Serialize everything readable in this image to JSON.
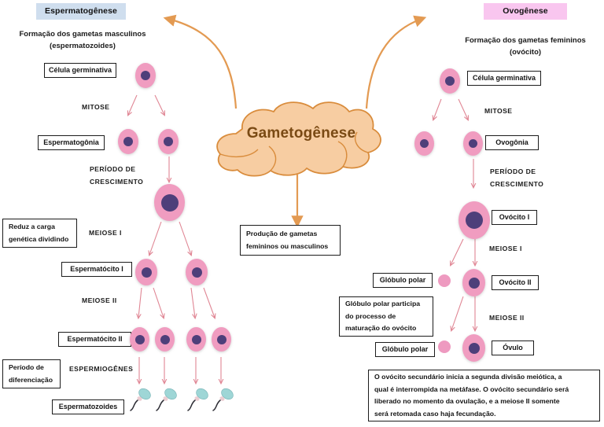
{
  "colors": {
    "male_header_bg": "#cfdeee",
    "female_header_bg": "#f9c6ef",
    "cloud_fill": "#f7cda2",
    "cloud_stroke": "#d98c3c",
    "cloud_text": "#7a4a14",
    "cell_cytoplasm": "#f09cc0",
    "cell_nucleus": "#4e3f7a",
    "sperm_head": "#9ed6d6",
    "arrow_pink": "#e08694",
    "arrow_orange": "#e39a52"
  },
  "center": {
    "cloud_title": "Gametogênese",
    "output_box": "Produção de gametas femininos ou masculinos",
    "output_box_line1": "Produção de gametas",
    "output_box_line2": "femininos ou masculinos"
  },
  "male": {
    "header": "Espermatogênese",
    "subtitle_line1": "Formação dos gametas masculinos",
    "subtitle_line2": "(espermatozoides)",
    "labels": {
      "germinal_cell": "Célula germinativa",
      "spermatogonia": "Espermatogônia",
      "spermatocyte_1": "Espermatócito  I",
      "spermatocyte_2": "Espermatócito  II",
      "spermatozoa": "Espermatozoides"
    },
    "stages": {
      "mitosis": "MITOSE",
      "growth_line1": "PERÍODO DE",
      "growth_line2": "CRESCIMENTO",
      "meiosis_1": "MEIOSE I",
      "meiosis_2": "MEIOSE II",
      "spermiogenesis": "ESPERMIOGÊNES"
    },
    "notes": {
      "meiosis_note_line1": "Reduz a carga",
      "meiosis_note_line2": "genética dividindo",
      "differentiation_line1": "Período de",
      "differentiation_line2": "diferenciação"
    }
  },
  "female": {
    "header": "Ovogênese",
    "subtitle_line1": "Formação dos gametas femininos",
    "subtitle_line2": "(ovócito)",
    "labels": {
      "germinal_cell": "Célula germinativa",
      "oogonia": "Ovogônia",
      "oocyte_1": "Ovócito I",
      "oocyte_2": "Ovócito II",
      "polar_body_1": "Glóbulo polar",
      "polar_body_2": "Glóbulo polar",
      "ovum": "Óvulo"
    },
    "stages": {
      "mitosis": "MITOSE",
      "growth_line1": "PERÍODO DE",
      "growth_line2": "CRESCIMENTO",
      "meiosis_1": "MEIOSE I",
      "meiosis_2": "MEIOSE II"
    },
    "notes": {
      "polar_note_line1": "Glóbulo polar participa",
      "polar_note_line2": "do processo de",
      "polar_note_line3": "maturação do ovócito",
      "secondary_oocyte_line1": "O ovócito secundário inicia a segunda divisão meiótica, a",
      "secondary_oocyte_line2": "qual é interrompida na metáfase. O ovócito secundário será",
      "secondary_oocyte_line3": "liberado no momento da ovulação, e a meiose II somente",
      "secondary_oocyte_line4": "será retomada caso haja fecundação."
    }
  }
}
